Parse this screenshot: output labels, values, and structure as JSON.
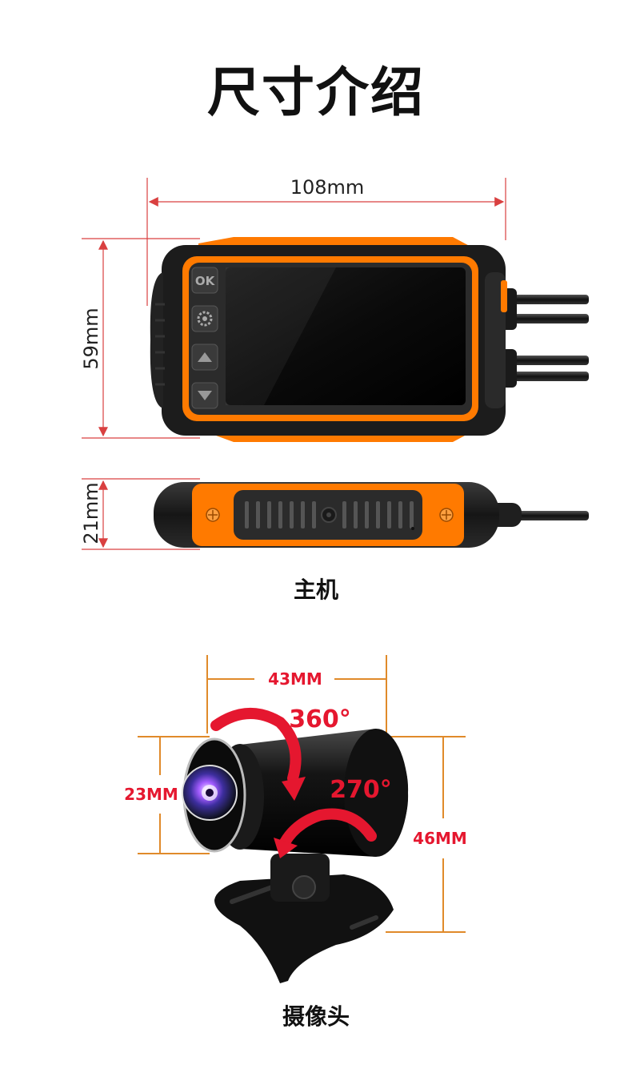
{
  "title": "尺寸介绍",
  "main_unit": {
    "caption": "主机",
    "width_label": "108mm",
    "height_label": "59mm",
    "depth_label": "21mm",
    "buttons": [
      {
        "name": "ok-button",
        "label": "OK"
      },
      {
        "name": "settings-button",
        "icon": "gear-icon"
      },
      {
        "name": "up-button",
        "icon": "triangle-up-icon"
      },
      {
        "name": "down-button",
        "icon": "triangle-down-icon"
      }
    ]
  },
  "camera": {
    "caption": "摄像头",
    "width_label": "43MM",
    "lens_label": "23MM",
    "height_label": "46MM",
    "rotation_1": "360°",
    "rotation_2": "270°"
  },
  "colors": {
    "accent_orange": "#ff7a00",
    "dimension_orange": "#e08a2a",
    "dimension_red": "#d94040",
    "rotation_red": "#e5172f"
  }
}
